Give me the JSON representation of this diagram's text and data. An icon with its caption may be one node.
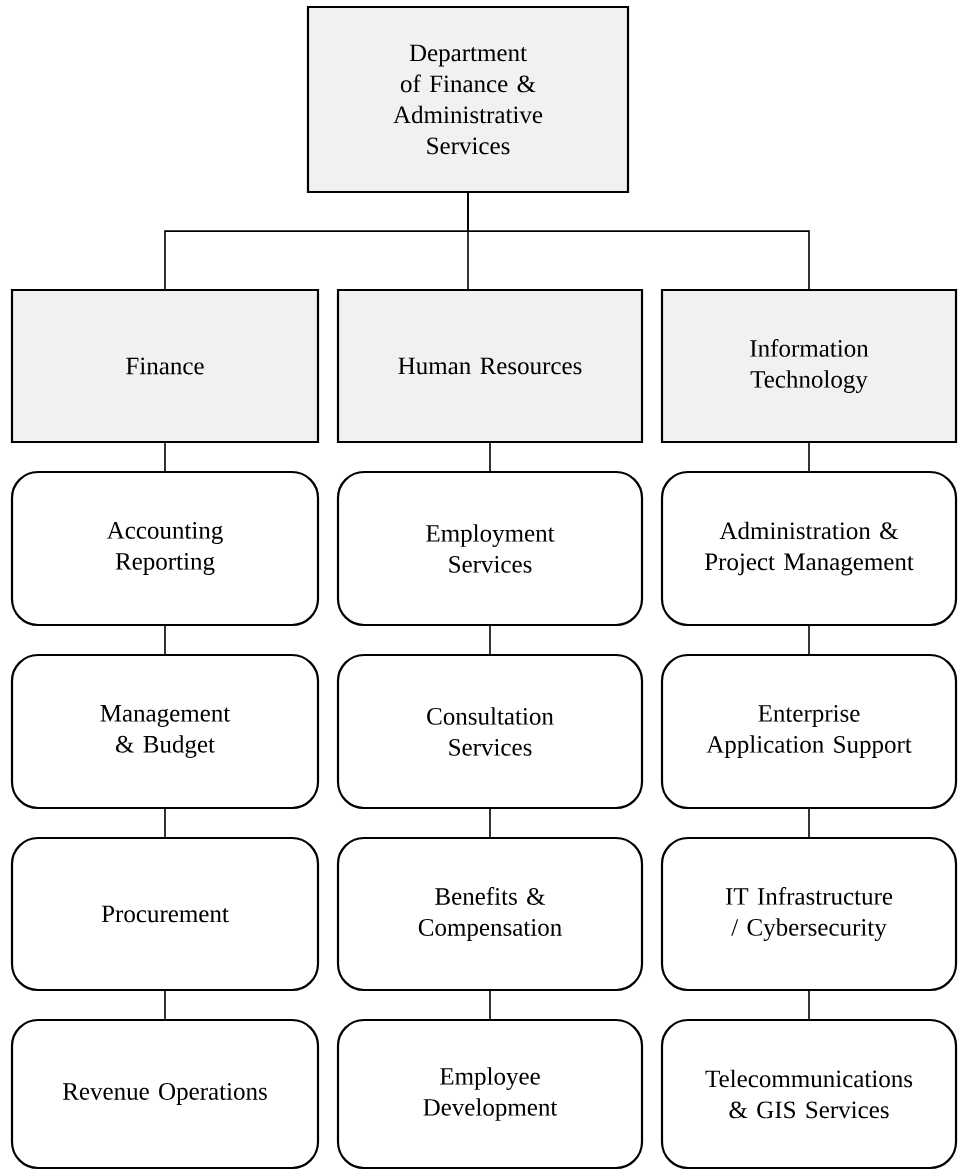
{
  "diagram": {
    "nodes": [
      {
        "text": [
          "Department of Finance & Administrative Services"
        ]
      },
      {
        "text": [
          "Finance"
        ]
      },
      {
        "text": [
          "Human Resources"
        ]
      },
      {
        "text": [
          "Information Technology"
        ]
      },
      {
        "text": [
          "Accounting Reporting"
        ]
      },
      {
        "text": [
          "Employment Services"
        ]
      },
      {
        "text": [
          "Administration & Project Management"
        ]
      },
      {
        "text": [
          "Management & Budget"
        ]
      },
      {
        "text": [
          "Consultation Services"
        ]
      },
      {
        "text": [
          "Enterprise Application Support"
        ]
      },
      {
        "text": [
          "Procurement"
        ]
      },
      {
        "text": [
          "Benefits & Compensation"
        ]
      },
      {
        "text": [
          "IT Infrastructure / Cybersecurity"
        ]
      },
      {
        "text": [
          "Revenue Operations"
        ]
      },
      {
        "text": [
          "Employee Development"
        ]
      },
      {
        "text": [
          "Telecommunications & GIS Services"
        ]
      }
    ],
    "edges": [
      {
        "from": 0,
        "to": 1,
        "arrow": "none"
      },
      {
        "from": 0,
        "to": 2,
        "arrow": "none"
      },
      {
        "from": 0,
        "to": 3,
        "arrow": "none"
      },
      {
        "from": 1,
        "to": 4,
        "arrow": "none"
      },
      {
        "from": 4,
        "to": 7,
        "arrow": "none"
      },
      {
        "from": 7,
        "to": 10,
        "arrow": "none"
      },
      {
        "from": 10,
        "to": 13,
        "arrow": "none"
      },
      {
        "from": 2,
        "to": 5,
        "arrow": "none"
      },
      {
        "from": 5,
        "to": 8,
        "arrow": "none"
      },
      {
        "from": 8,
        "to": 11,
        "arrow": "none"
      },
      {
        "from": 11,
        "to": 14,
        "arrow": "none"
      },
      {
        "from": 3,
        "to": 6,
        "arrow": "none"
      },
      {
        "from": 6,
        "to": 9,
        "arrow": "none"
      },
      {
        "from": 9,
        "to": 12,
        "arrow": "none"
      },
      {
        "from": 12,
        "to": 15,
        "arrow": "none"
      }
    ]
  }
}
